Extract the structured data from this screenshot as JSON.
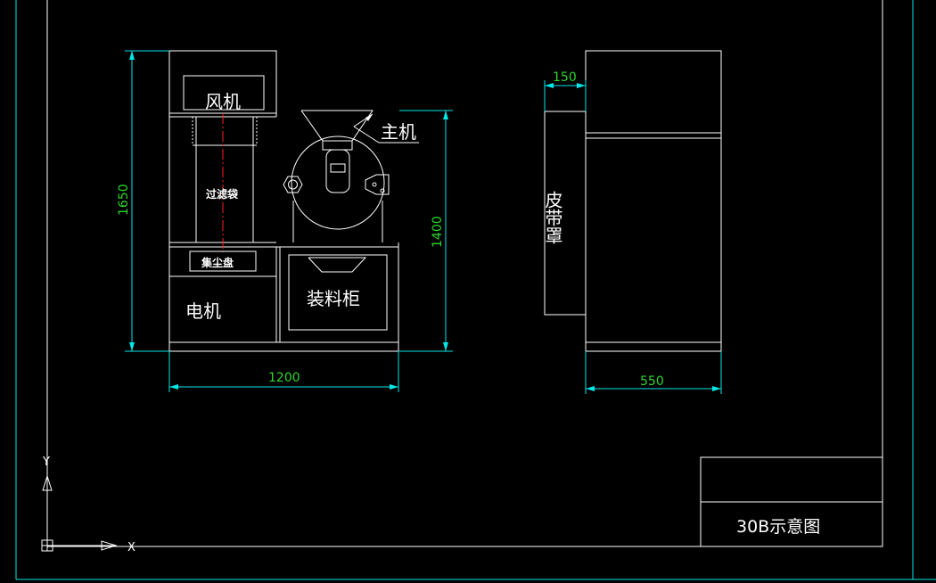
{
  "colors": {
    "background": "#000000",
    "lines": "#ffffff",
    "dimension_lines": "#00e8e8",
    "dimension_text": "#2bd62b",
    "centerline": "#ff2020"
  },
  "labels": {
    "fan": "风机",
    "filter_bag": "过滤袋",
    "dust_tray": "集尘盘",
    "motor": "电机",
    "main_machine": "主机",
    "loading_cabinet": "装料柜",
    "belt_cover": "皮带罩"
  },
  "dimensions": {
    "height_total": "1650",
    "height_main": "1400",
    "width_front": "1200",
    "cover_depth": "150",
    "width_side": "550"
  },
  "title_block": {
    "title": "30B示意图"
  },
  "ucs": {
    "x_axis": "X",
    "y_axis": "Y"
  }
}
